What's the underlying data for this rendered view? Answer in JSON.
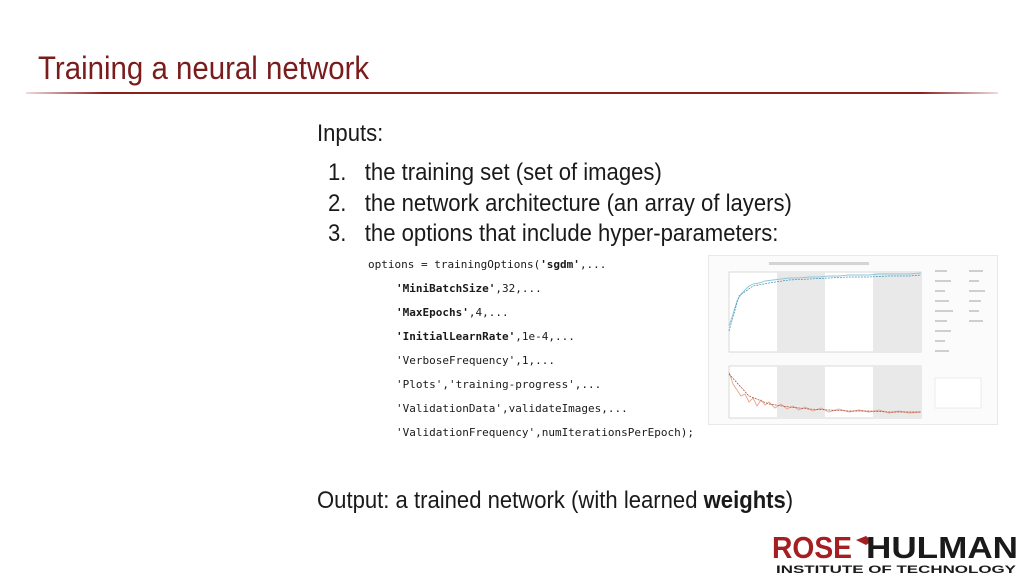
{
  "slide": {
    "title": "Training a neural network",
    "inputs_label": "Inputs:",
    "inputs": [
      {
        "num": "1.",
        "text": "the training set (set of images)"
      },
      {
        "num": "2.",
        "text": "the network architecture (an array of layers)"
      },
      {
        "num": "3.",
        "text": "the options that include hyper-parameters:"
      }
    ],
    "code": {
      "line1_prefix": "options = trainingOptions(",
      "line1_bold": "'sgdm'",
      "line1_suffix": ",...",
      "line2_bold": "'MiniBatchSize'",
      "line2_suffix": ",32,...",
      "line3_bold": "'MaxEpochs'",
      "line3_suffix": ",4,...",
      "line4_bold": "'InitialLearnRate'",
      "line4_suffix": ",1e-4,...",
      "line5": "'VerboseFrequency',1,...",
      "line6": "'Plots','training-progress',...",
      "line7": "'ValidationData',validateImages,...",
      "line8": "'ValidationFrequency',numIterationsPerEpoch);"
    },
    "output_prefix": "Output: a trained network (with learned ",
    "output_bold": "weights",
    "output_suffix": ")",
    "logo_text_top_left": "ROSE",
    "logo_text_top_right": "HULMAN",
    "logo_text_bottom": "INSTITUTE OF TECHNOLOGY"
  },
  "colors": {
    "title": "#7a1c1c",
    "accent_red": "#a51e22",
    "text": "#1a1a1a"
  }
}
